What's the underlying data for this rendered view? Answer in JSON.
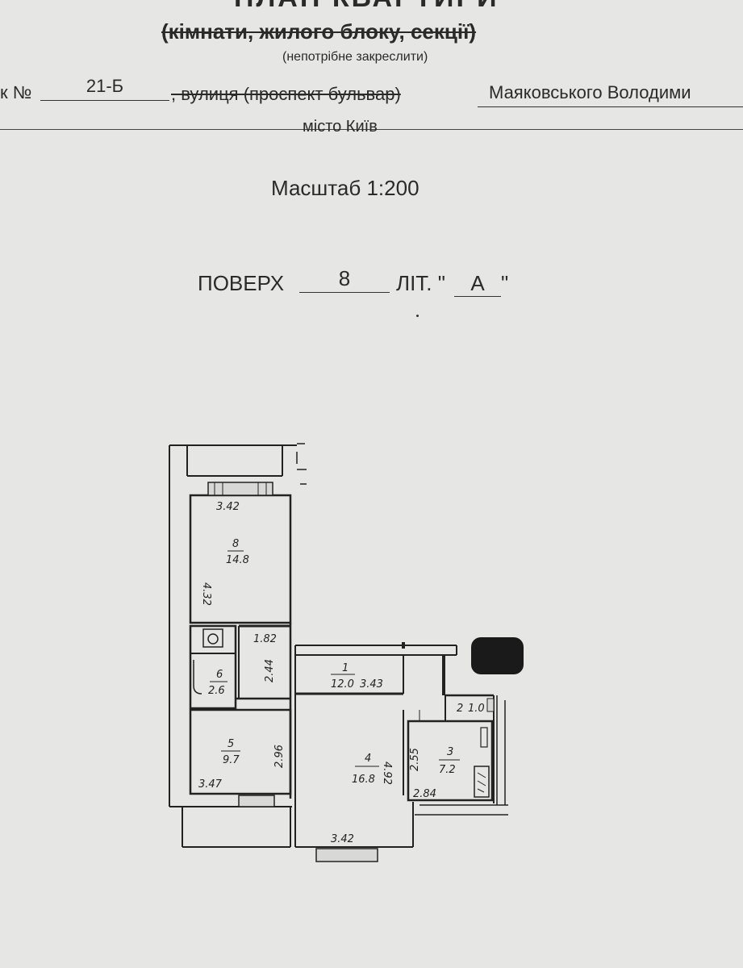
{
  "header": {
    "title": "ПЛАН КВАРТИРИ",
    "subtitle": "(кімнати, жилого блоку, секції)",
    "note": "(непотрібне закреслити)"
  },
  "address": {
    "house_label": "к №",
    "house_number": "21-Б",
    "street_label": ", вулиця (проспект бульвар)",
    "street_name": "Маяковського Володими",
    "city": "місто Київ"
  },
  "scale": "Масштаб 1:200",
  "floor": {
    "label": "ПОВЕРХ",
    "number": "8",
    "lit_label": "ЛІТ. \"",
    "lit_value": "А",
    "lit_close": "\""
  },
  "plan": {
    "rooms": [
      {
        "number": "8",
        "area": "14.8"
      },
      {
        "number": "6",
        "area": "2.6"
      },
      {
        "number": "5",
        "area": "9.7"
      },
      {
        "number": "1",
        "area": "12.0"
      },
      {
        "number": "4",
        "area": "16.8"
      },
      {
        "number": "3",
        "area": "7.2"
      },
      {
        "number": "2",
        "area": "1.0"
      }
    ],
    "dimensions": {
      "d_342_top": "3.42",
      "d_432": "4.32",
      "d_182": "1.82",
      "d_244": "2.44",
      "d_343": "3.43",
      "d_296": "2.96",
      "d_347": "3.47",
      "d_255": "2.55",
      "d_284": "2.84",
      "d_492": "4.92",
      "d_342_bottom": "3.42"
    }
  }
}
